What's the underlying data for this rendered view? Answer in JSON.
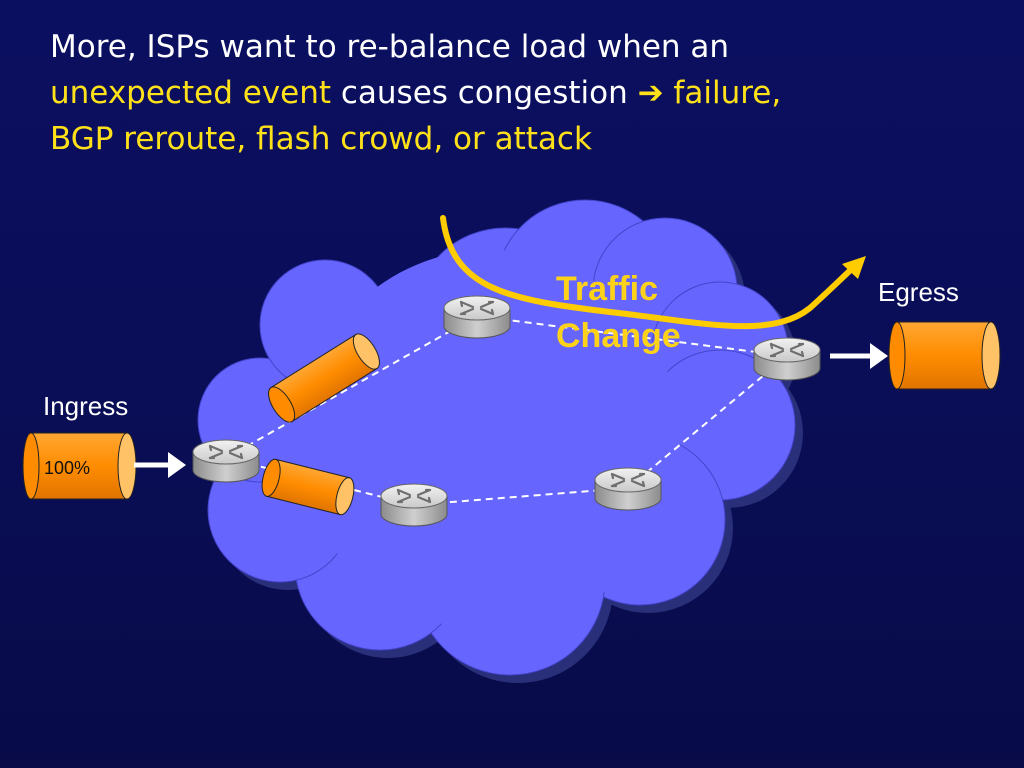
{
  "slide": {
    "title_line1": "More, ISPs want to re-balance load when an",
    "title_hl1": "unexpected event",
    "title_mid": " causes congestion ",
    "title_arrow": "➔",
    "title_hl2": " failure,",
    "title_line3": "BGP reroute, flash crowd, or attack"
  },
  "diagram": {
    "ingress_label": "Ingress",
    "ingress_value": "100%",
    "egress_label": "Egress",
    "traffic_line1": "Traffic",
    "traffic_line2": "Change"
  },
  "colors": {
    "background": "#0a0e58",
    "cloud": "#6666ff",
    "highlight": "#ffe11a",
    "traffic_arrow": "#ffcc00",
    "pipe": "#ff8c00"
  }
}
